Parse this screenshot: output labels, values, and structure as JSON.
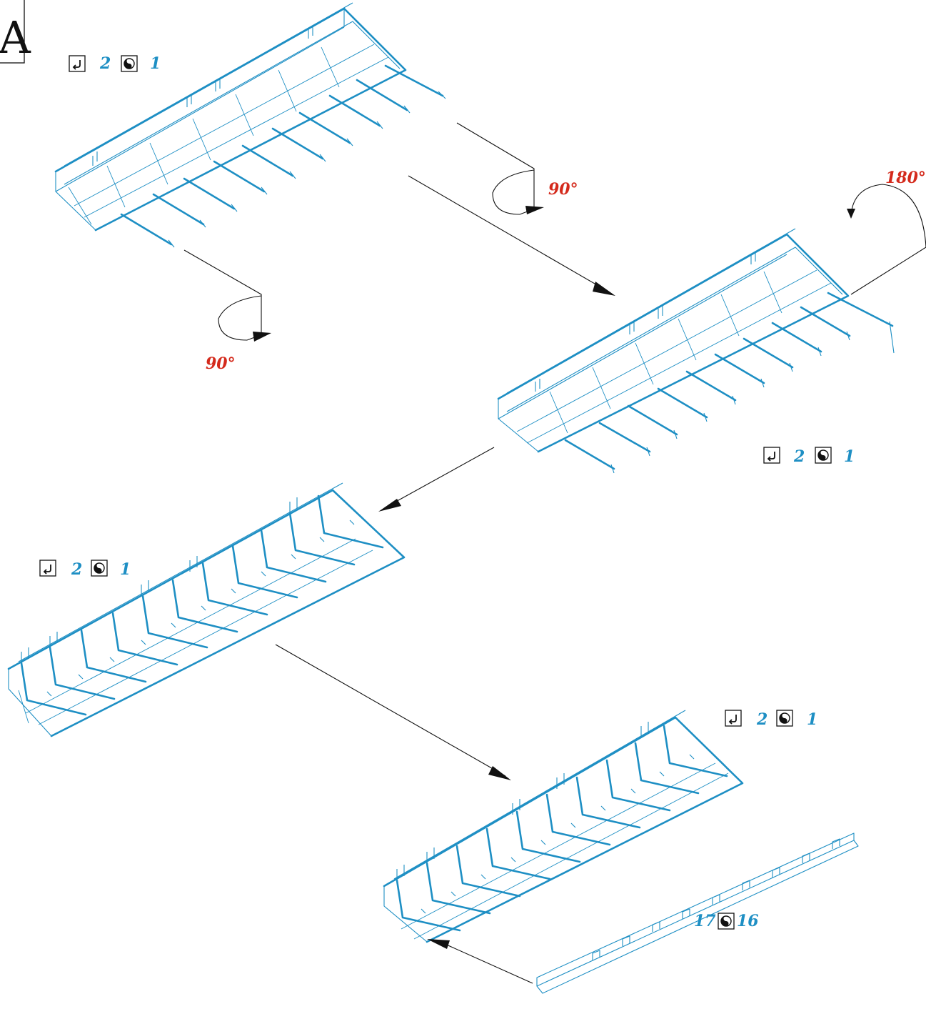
{
  "step_badge": {
    "label": "A"
  },
  "rotations": [
    {
      "id": "rot-90-top",
      "label": "90°"
    },
    {
      "id": "rot-180",
      "label": "180°"
    },
    {
      "id": "rot-90-left",
      "label": "90°"
    }
  ],
  "callouts": [
    {
      "id": "callout-1",
      "rivet_qty": "2",
      "twist_qty": "1",
      "rivet_icon": "rivet-tool-icon",
      "twist_icon": "yin-yang-icon"
    },
    {
      "id": "callout-2",
      "rivet_qty": "2",
      "twist_qty": "1",
      "rivet_icon": "rivet-tool-icon",
      "twist_icon": "yin-yang-icon"
    },
    {
      "id": "callout-3",
      "rivet_qty": "2",
      "twist_qty": "1",
      "rivet_icon": "rivet-tool-icon",
      "twist_icon": "yin-yang-icon"
    },
    {
      "id": "callout-4",
      "rivet_qty": "2",
      "twist_qty": "1",
      "rivet_icon": "rivet-tool-icon",
      "twist_icon": "yin-yang-icon"
    }
  ],
  "strip_callout": {
    "left_qty": "17",
    "right_qty": "16",
    "icon": "yin-yang-icon"
  },
  "colors": {
    "part": "#1e8fc4",
    "angle": "#d42a1c",
    "line": "#111111"
  }
}
